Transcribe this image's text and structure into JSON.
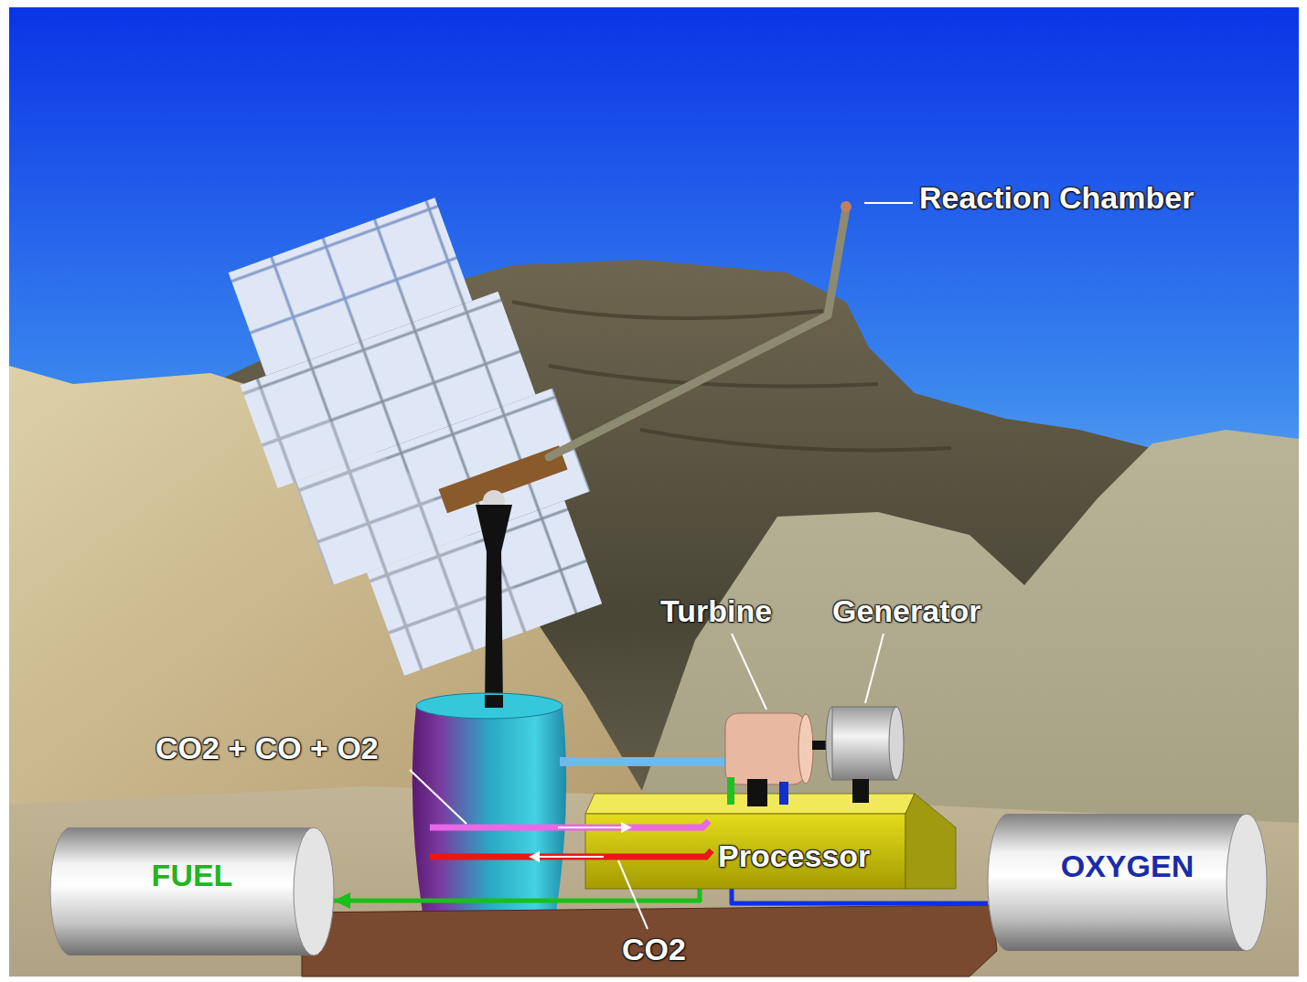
{
  "diagram": {
    "nodes": [
      {
        "text": [
          "FUEL"
        ]
      },
      {
        "text": [
          "Processor"
        ]
      },
      {
        "text": [
          "OXYGEN"
        ]
      }
    ],
    "edges": [
      {
        "from": 1,
        "to": 0,
        "arrow": "to"
      },
      {
        "from": 2,
        "to": 1,
        "arrow": "none"
      }
    ],
    "labels": [
      "Reaction Chamber",
      "Turbine",
      "Generator",
      "CO2 + CO + O2",
      "CO2"
    ]
  }
}
